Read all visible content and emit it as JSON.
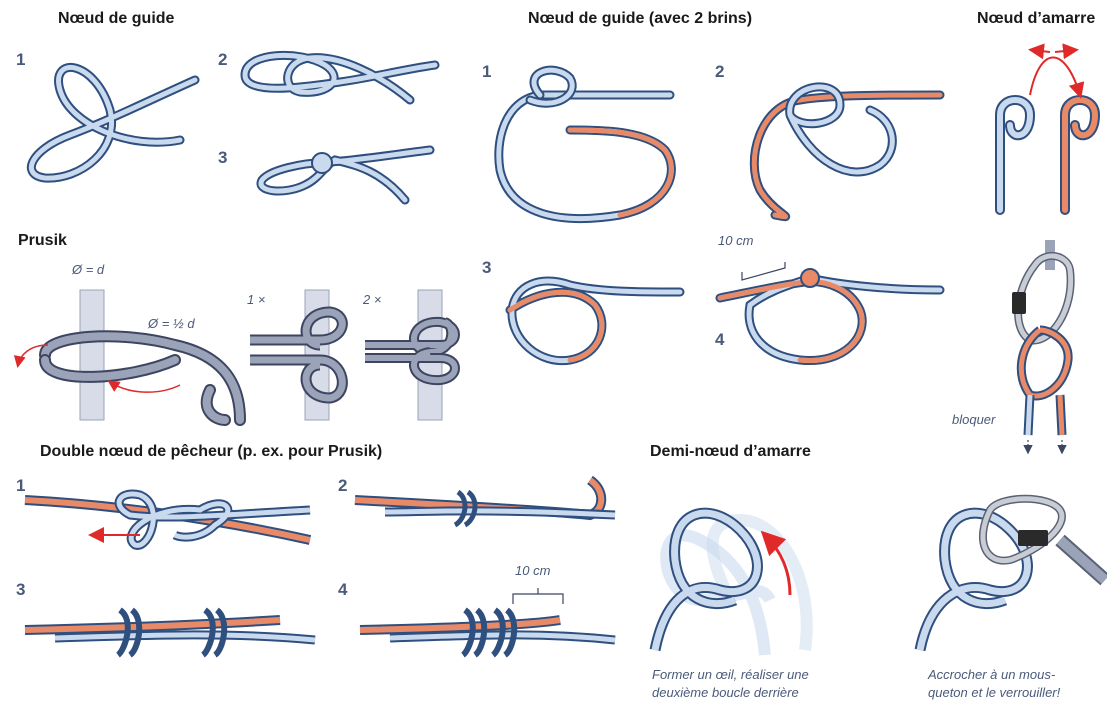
{
  "sections": {
    "bowline": {
      "title": "Nœud de guide",
      "steps": [
        "1",
        "2",
        "3"
      ]
    },
    "bowline_two": {
      "title": "Nœud de guide (avec 2 brins)",
      "steps": [
        "1",
        "2",
        "3",
        "4"
      ],
      "measure": "10 cm"
    },
    "mooring": {
      "title": "Nœud d’amarre",
      "note": "bloquer"
    },
    "prusik": {
      "title": "Prusik",
      "diameter_rope": "Ø = d",
      "diameter_cord": "Ø = ½ d",
      "wraps_one": "1 ×",
      "wraps_two": "2 ×"
    },
    "fisherman": {
      "title": "Double nœud de pêcheur (p. ex. pour Prusik)",
      "steps": [
        "1",
        "2",
        "3",
        "4"
      ],
      "measure": "10 cm"
    },
    "half_mooring": {
      "title": "Demi-nœud d’amarre",
      "caption_left": [
        "Former un œil, réaliser une",
        "deuxième boucle derrière"
      ],
      "caption_right": [
        "Accrocher à un mous-",
        "queton et le verrouiller!"
      ]
    }
  },
  "colors": {
    "rope_blue_fill": "#c9d9ee",
    "rope_blue_outline": "#2f4f7f",
    "rope_orange_fill": "#e88a68",
    "rope_grey_fill": "#9aa3b8",
    "rope_grey_outline": "#3d4560",
    "pole_fill": "#d7dce8",
    "arrow_red": "#e02a2a",
    "number_color": "#4a5a7a",
    "carabiner": "#c8ccd4"
  }
}
